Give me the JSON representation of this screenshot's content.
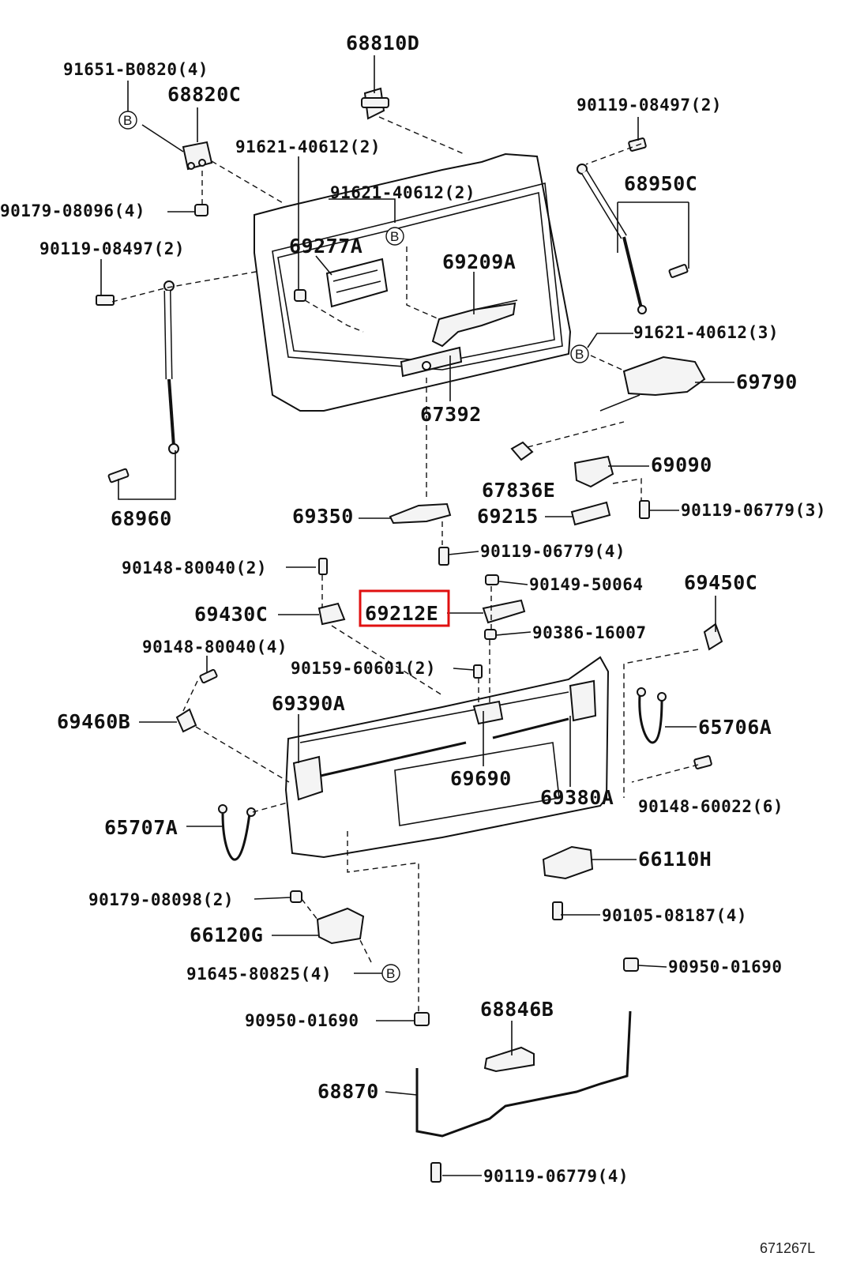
{
  "labels": [
    {
      "id": "68810D",
      "text": "68810D"
    },
    {
      "id": "91651-B0820",
      "text": "91651-B0820(4)"
    },
    {
      "id": "68820C",
      "text": "68820C"
    },
    {
      "id": "90119-08497-top",
      "text": "90119-08497(2)"
    },
    {
      "id": "91621-40612-a",
      "text": "91621-40612(2)"
    },
    {
      "id": "91621-40612-b",
      "text": "91621-40612(2)"
    },
    {
      "id": "90179-08096",
      "text": "90179-08096(4)"
    },
    {
      "id": "68950C",
      "text": "68950C"
    },
    {
      "id": "90119-08497-left",
      "text": "90119-08497(2)"
    },
    {
      "id": "69277A",
      "text": "69277A"
    },
    {
      "id": "69209A",
      "text": "69209A"
    },
    {
      "id": "91621-40612-c",
      "text": "91621-40612(3)"
    },
    {
      "id": "69790",
      "text": "69790"
    },
    {
      "id": "67392",
      "text": "67392"
    },
    {
      "id": "69090",
      "text": "69090"
    },
    {
      "id": "67836E",
      "text": "67836E"
    },
    {
      "id": "68960",
      "text": "68960"
    },
    {
      "id": "69350",
      "text": "69350"
    },
    {
      "id": "69215",
      "text": "69215"
    },
    {
      "id": "90119-06779-3",
      "text": "90119-06779(3)"
    },
    {
      "id": "90119-06779-4a",
      "text": "90119-06779(4)"
    },
    {
      "id": "90148-80040-2",
      "text": "90148-80040(2)"
    },
    {
      "id": "90149-50064",
      "text": "90149-50064"
    },
    {
      "id": "69450C",
      "text": "69450C"
    },
    {
      "id": "69430C",
      "text": "69430C"
    },
    {
      "id": "69212E",
      "text": "69212E"
    },
    {
      "id": "90386-16007",
      "text": "90386-16007"
    },
    {
      "id": "90148-80040-4",
      "text": "90148-80040(4)"
    },
    {
      "id": "90159-60601",
      "text": "90159-60601(2)"
    },
    {
      "id": "69390A",
      "text": "69390A"
    },
    {
      "id": "69460B",
      "text": "69460B"
    },
    {
      "id": "65706A",
      "text": "65706A"
    },
    {
      "id": "69690",
      "text": "69690"
    },
    {
      "id": "69380A",
      "text": "69380A"
    },
    {
      "id": "90148-60022",
      "text": "90148-60022(6)"
    },
    {
      "id": "65707A",
      "text": "65707A"
    },
    {
      "id": "66110H",
      "text": "66110H"
    },
    {
      "id": "90179-08098",
      "text": "90179-08098(2)"
    },
    {
      "id": "90105-08187",
      "text": "90105-08187(4)"
    },
    {
      "id": "66120G",
      "text": "66120G"
    },
    {
      "id": "91645-80825",
      "text": "91645-80825(4)"
    },
    {
      "id": "90950-01690-r",
      "text": "90950-01690"
    },
    {
      "id": "90950-01690-l",
      "text": "90950-01690"
    },
    {
      "id": "68846B",
      "text": "68846B"
    },
    {
      "id": "68870",
      "text": "68870"
    },
    {
      "id": "90119-06779-4b",
      "text": "90119-06779(4)"
    }
  ],
  "b_marker_text": "B",
  "highlighted_part": "69212E",
  "highlight_color": "#e01010",
  "figure_ref": "671267L"
}
